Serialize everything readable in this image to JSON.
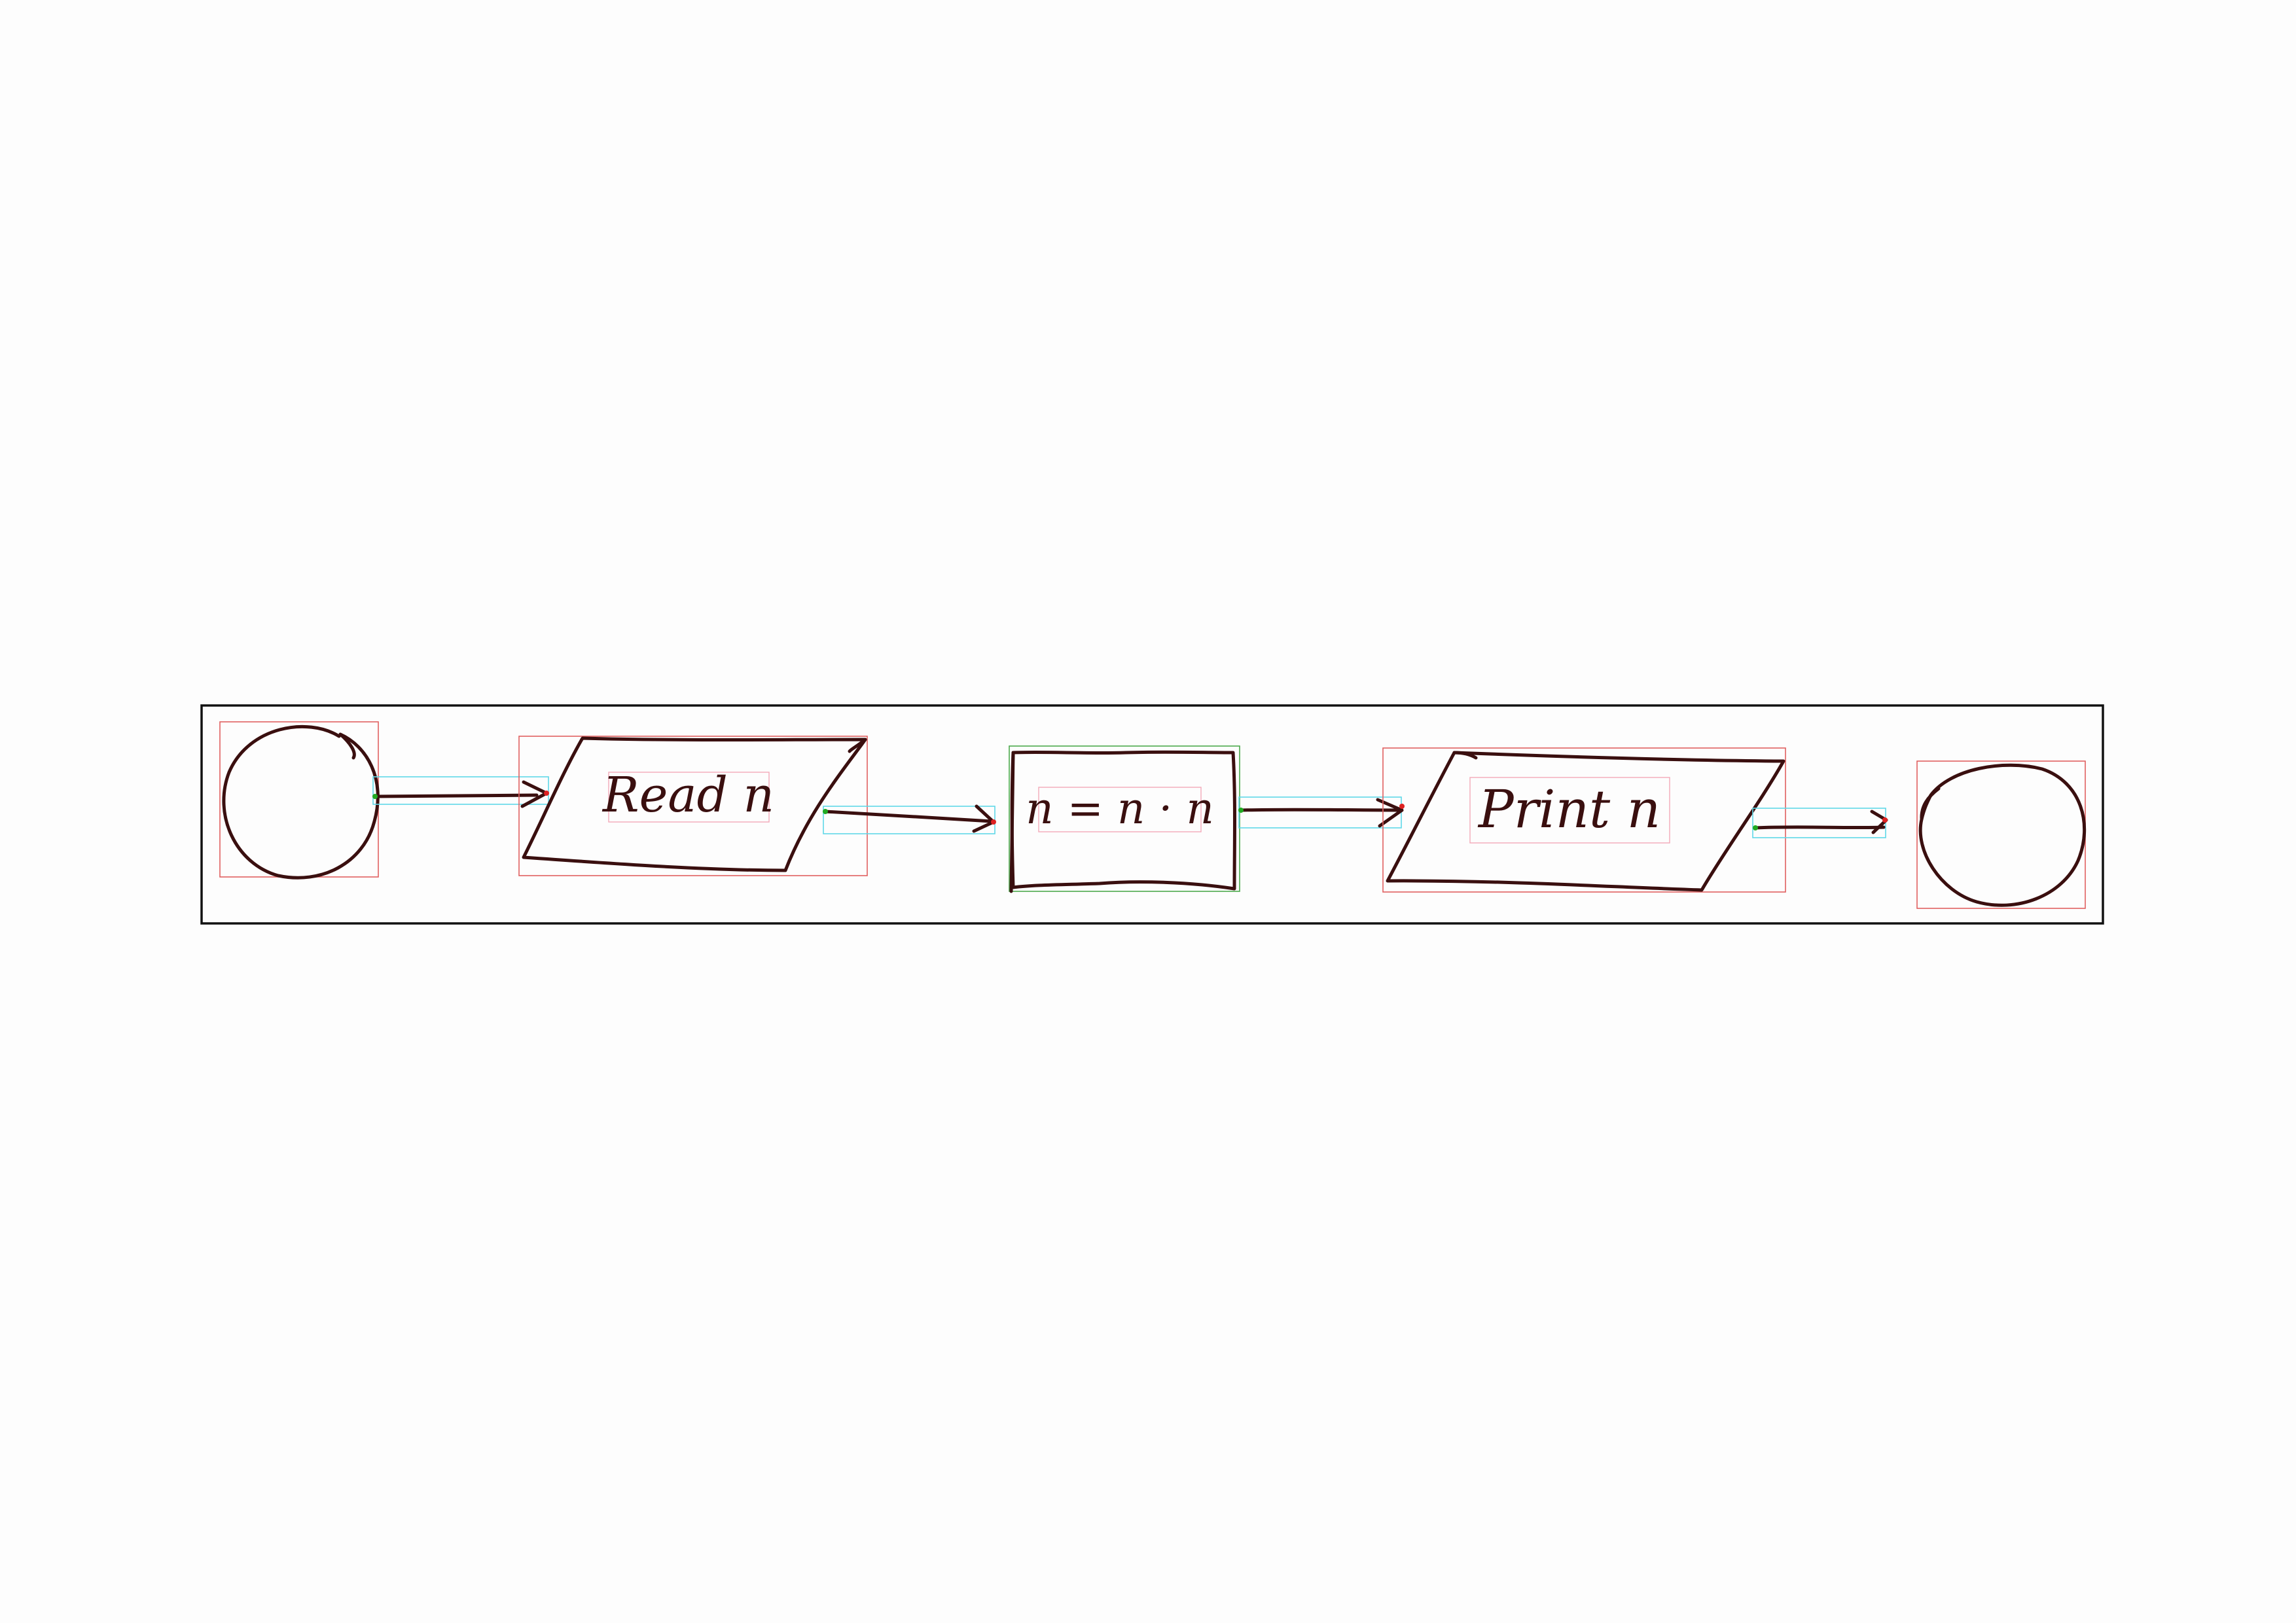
{
  "diagram": {
    "type": "flowchart",
    "direction": "left-to-right",
    "nodes": [
      {
        "id": "start",
        "shape": "circle",
        "label": ""
      },
      {
        "id": "read",
        "shape": "parallelogram",
        "label": "Read n"
      },
      {
        "id": "process",
        "shape": "rectangle",
        "label": "n = n · n"
      },
      {
        "id": "print",
        "shape": "parallelogram",
        "label": "Print n"
      },
      {
        "id": "end",
        "shape": "circle",
        "label": ""
      }
    ],
    "edges": [
      {
        "from": "start",
        "to": "read"
      },
      {
        "from": "read",
        "to": "process"
      },
      {
        "from": "process",
        "to": "print"
      },
      {
        "from": "print",
        "to": "end"
      }
    ]
  },
  "colors": {
    "ink": "#3a0f0f",
    "frame": "#111111",
    "shape_box": "#e06060",
    "text_box": "#f2a8b8",
    "process_box": "#4caa4c",
    "arrow_box": "#5fd8e8",
    "arrow_start_marker": "#22aa22",
    "arrow_end_marker": "#dd2222",
    "background": "#fdfdfd"
  }
}
